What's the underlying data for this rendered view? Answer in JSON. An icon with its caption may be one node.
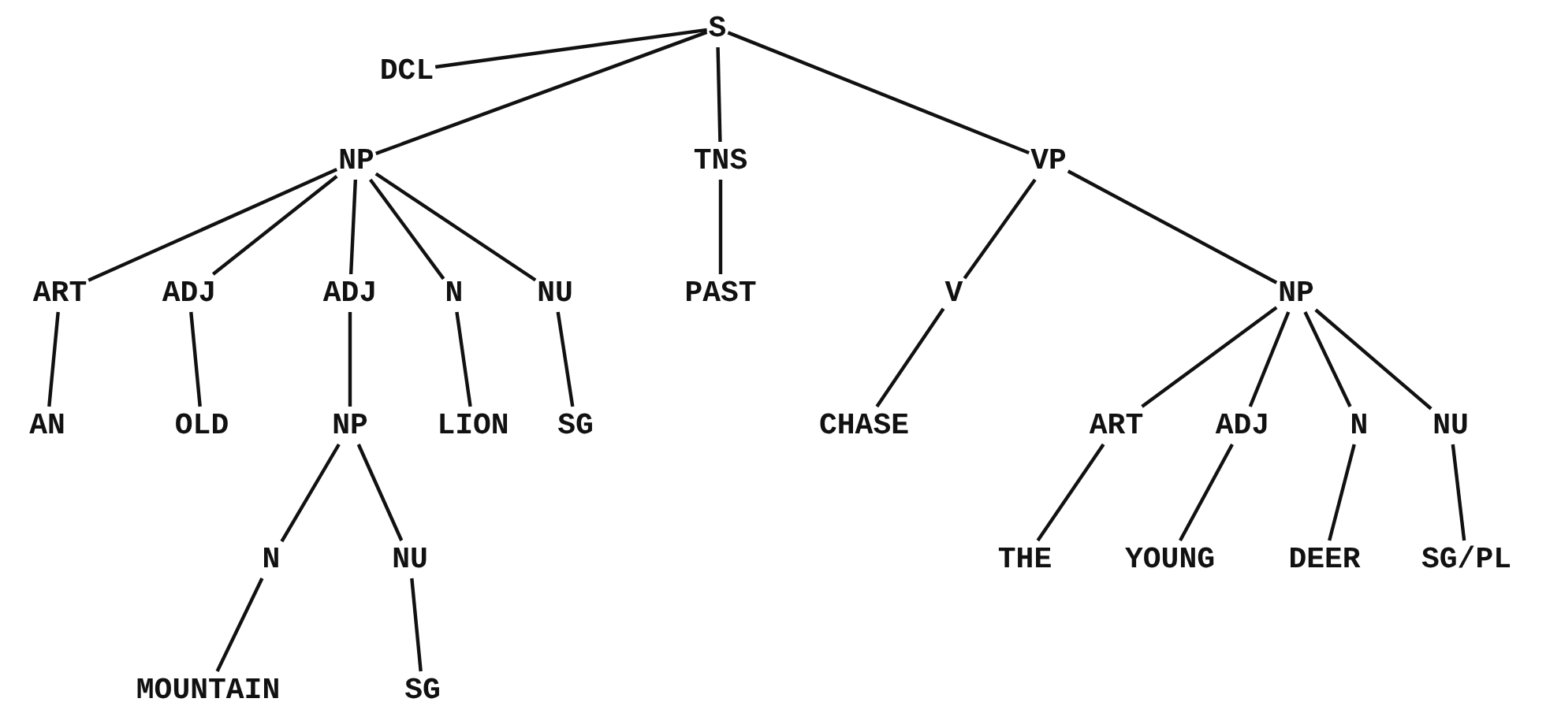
{
  "diagram": {
    "nodes": [
      {
        "text": [
          "S"
        ]
      },
      {
        "text": [
          "DCL"
        ]
      },
      {
        "text": [
          "NP"
        ]
      },
      {
        "text": [
          "TNS"
        ]
      },
      {
        "text": [
          "VP"
        ]
      },
      {
        "text": [
          "ART"
        ]
      },
      {
        "text": [
          "ADJ"
        ]
      },
      {
        "text": [
          "ADJ"
        ]
      },
      {
        "text": [
          "N"
        ]
      },
      {
        "text": [
          "NU"
        ]
      },
      {
        "text": [
          "PAST"
        ]
      },
      {
        "text": [
          "V"
        ]
      },
      {
        "text": [
          "NP"
        ]
      },
      {
        "text": [
          "AN"
        ]
      },
      {
        "text": [
          "OLD"
        ]
      },
      {
        "text": [
          "NP"
        ]
      },
      {
        "text": [
          "LION"
        ]
      },
      {
        "text": [
          "SG"
        ]
      },
      {
        "text": [
          "CHASE"
        ]
      },
      {
        "text": [
          "ART"
        ]
      },
      {
        "text": [
          "ADJ"
        ]
      },
      {
        "text": [
          "N"
        ]
      },
      {
        "text": [
          "NU"
        ]
      },
      {
        "text": [
          "N"
        ]
      },
      {
        "text": [
          "NU"
        ]
      },
      {
        "text": [
          "THE"
        ]
      },
      {
        "text": [
          "YOUNG"
        ]
      },
      {
        "text": [
          "DEER"
        ]
      },
      {
        "text": [
          "SG/PL"
        ]
      },
      {
        "text": [
          "MOUNTAIN"
        ]
      },
      {
        "text": [
          "SG"
        ]
      }
    ],
    "edges": [
      {
        "from": 0,
        "to": 1,
        "arrow": "none"
      },
      {
        "from": 0,
        "to": 2,
        "arrow": "none"
      },
      {
        "from": 0,
        "to": 3,
        "arrow": "none"
      },
      {
        "from": 0,
        "to": 4,
        "arrow": "none"
      },
      {
        "from": 2,
        "to": 5,
        "arrow": "none"
      },
      {
        "from": 2,
        "to": 6,
        "arrow": "none"
      },
      {
        "from": 2,
        "to": 7,
        "arrow": "none"
      },
      {
        "from": 2,
        "to": 8,
        "arrow": "none"
      },
      {
        "from": 2,
        "to": 9,
        "arrow": "none"
      },
      {
        "from": 3,
        "to": 10,
        "arrow": "none"
      },
      {
        "from": 4,
        "to": 11,
        "arrow": "none"
      },
      {
        "from": 4,
        "to": 12,
        "arrow": "none"
      },
      {
        "from": 5,
        "to": 13,
        "arrow": "none"
      },
      {
        "from": 6,
        "to": 14,
        "arrow": "none"
      },
      {
        "from": 7,
        "to": 15,
        "arrow": "none"
      },
      {
        "from": 8,
        "to": 16,
        "arrow": "none"
      },
      {
        "from": 9,
        "to": 17,
        "arrow": "none"
      },
      {
        "from": 11,
        "to": 18,
        "arrow": "none"
      },
      {
        "from": 12,
        "to": 19,
        "arrow": "none"
      },
      {
        "from": 12,
        "to": 20,
        "arrow": "none"
      },
      {
        "from": 12,
        "to": 21,
        "arrow": "none"
      },
      {
        "from": 12,
        "to": 22,
        "arrow": "none"
      },
      {
        "from": 15,
        "to": 23,
        "arrow": "none"
      },
      {
        "from": 15,
        "to": 24,
        "arrow": "none"
      },
      {
        "from": 19,
        "to": 25,
        "arrow": "none"
      },
      {
        "from": 20,
        "to": 26,
        "arrow": "none"
      },
      {
        "from": 21,
        "to": 27,
        "arrow": "none"
      },
      {
        "from": 22,
        "to": 28,
        "arrow": "none"
      },
      {
        "from": 23,
        "to": 29,
        "arrow": "none"
      },
      {
        "from": 24,
        "to": 30,
        "arrow": "none"
      }
    ]
  }
}
